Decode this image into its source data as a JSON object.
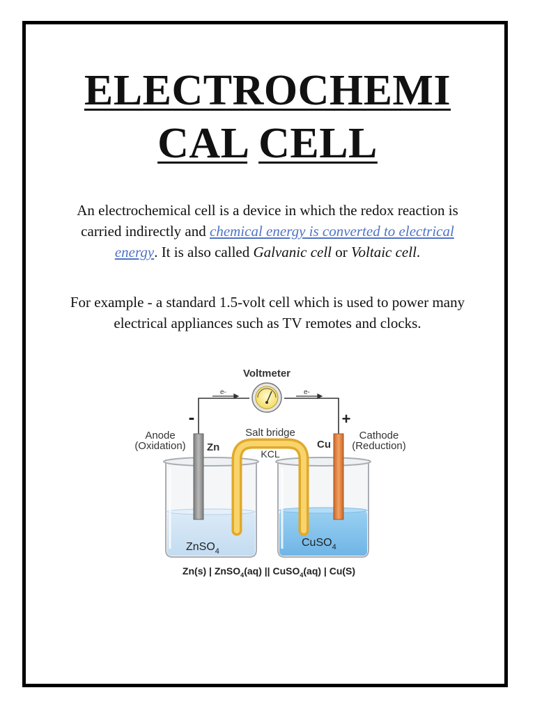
{
  "title": {
    "line1": "ELECTROCHEMI",
    "line2a": "CAL",
    "line2b": "CELL"
  },
  "intro": {
    "part1": "An electrochemical cell is a device in which the redox reaction is carried indirectly and ",
    "link1": "chemical energy is converted to electrical",
    "space": " ",
    "link2": "energy",
    "part2": ". It is also called ",
    "term1": "Galvanic cell",
    "part3": " or ",
    "term2": "Voltaic cell",
    "part4": "."
  },
  "example": "For example - a standard 1.5-volt cell which is used to power many electrical appliances such as TV remotes and clocks.",
  "diagram": {
    "voltmeter": "Voltmeter",
    "electron_left": "e-",
    "electron_right": "e-",
    "minus": "-",
    "plus": "+",
    "anode": "Anode",
    "anode_sub": "(Oxidation)",
    "cathode": "Cathode",
    "cathode_sub": "(Reduction)",
    "zn": "Zn",
    "cu": "Cu",
    "salt_bridge": "Salt bridge",
    "kcl": "KCL",
    "left_solution": "ZnSO",
    "left_sub": "4",
    "right_solution": "CuSO",
    "right_sub": "4",
    "notation": {
      "a": "Zn(s) | ZnSO",
      "a_sub": "4",
      "b": "(aq) || CuSO",
      "b_sub": "4",
      "c": "(aq) | Cu(S)"
    },
    "colors": {
      "left_solution": "#d4e8f6",
      "right_solution": "#8ac6ee",
      "salt_bridge": "#f5c447",
      "zinc": "#9a9a9a",
      "copper": "#e5873f"
    }
  }
}
